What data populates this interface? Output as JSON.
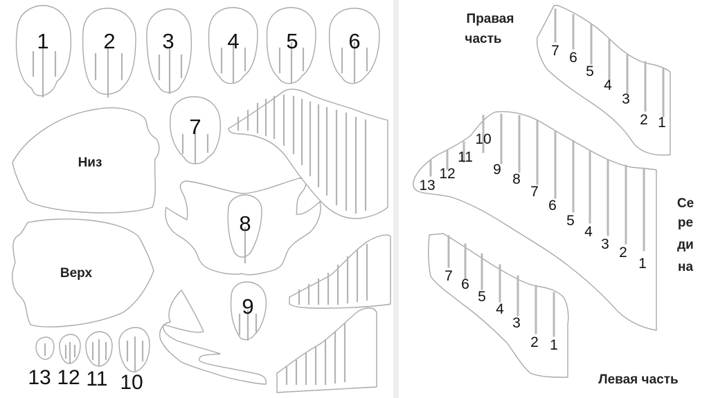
{
  "templates": {
    "head_slices": [
      "1",
      "2",
      "3",
      "4",
      "5",
      "6",
      "7",
      "8",
      "9",
      "10",
      "11",
      "12",
      "13"
    ],
    "bottom_label": "Низ",
    "top_label": "Верх"
  },
  "assembly": {
    "right_part": {
      "label_line1": "Правая",
      "label_line2": "часть",
      "slots": [
        "7",
        "6",
        "5",
        "4",
        "3",
        "2",
        "1"
      ]
    },
    "middle_part": {
      "label_chars": [
        "Се",
        "ре",
        "ди",
        "на"
      ],
      "slots": [
        "13",
        "12",
        "11",
        "10",
        "9",
        "8",
        "7",
        "6",
        "5",
        "4",
        "3",
        "2",
        "1"
      ]
    },
    "left_part": {
      "label": "Левая часть",
      "slots": [
        "7",
        "6",
        "5",
        "4",
        "3",
        "2",
        "1"
      ]
    }
  }
}
